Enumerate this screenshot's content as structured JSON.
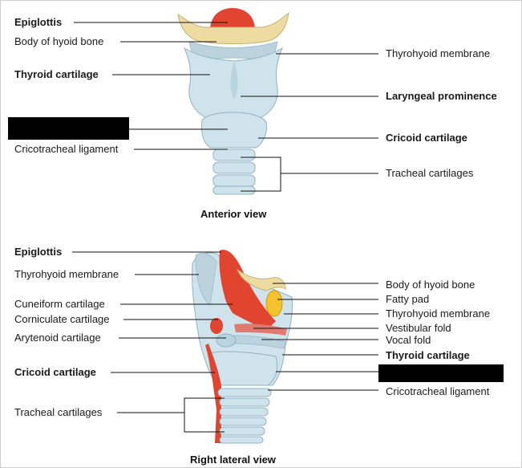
{
  "anterior": {
    "caption": "Anterior view",
    "left": {
      "epiglottis": "Epiglottis",
      "hyoid": "Body of hyoid bone",
      "thyroid": "Thyroid cartilage",
      "cricotracheal": "Cricotracheal ligament"
    },
    "right": {
      "thyrohyoid": "Thyrohyoid membrane",
      "prominence": "Laryngeal prominence",
      "cricoid": "Cricoid cartilage",
      "tracheal": "Tracheal cartilages"
    }
  },
  "lateral": {
    "caption": "Right lateral view",
    "left": {
      "epiglottis": "Epiglottis",
      "thyrohyoid": "Thyrohyoid membrane",
      "cuneiform": "Cuneiform cartilage",
      "corniculate": "Corniculate cartilage",
      "arytenoid": "Arytenoid cartilage",
      "cricoid": "Cricoid cartilage",
      "tracheal": "Tracheal cartilages"
    },
    "right": {
      "hyoid": "Body of hyoid bone",
      "fatty": "Fatty pad",
      "thyrohyoid": "Thyrohyoid membrane",
      "vestibular": "Vestibular fold",
      "vocal": "Vocal fold",
      "thyroid": "Thyroid cartilage",
      "cricotracheal": "Cricotracheal ligament"
    }
  },
  "colors": {
    "cartilage": "#cfe3ec",
    "cartilage_dark": "#9fc0cf",
    "membrane": "#bcd3de",
    "muscle": "#e2452f",
    "bone": "#ecdca2",
    "fat": "#f4c22d"
  }
}
